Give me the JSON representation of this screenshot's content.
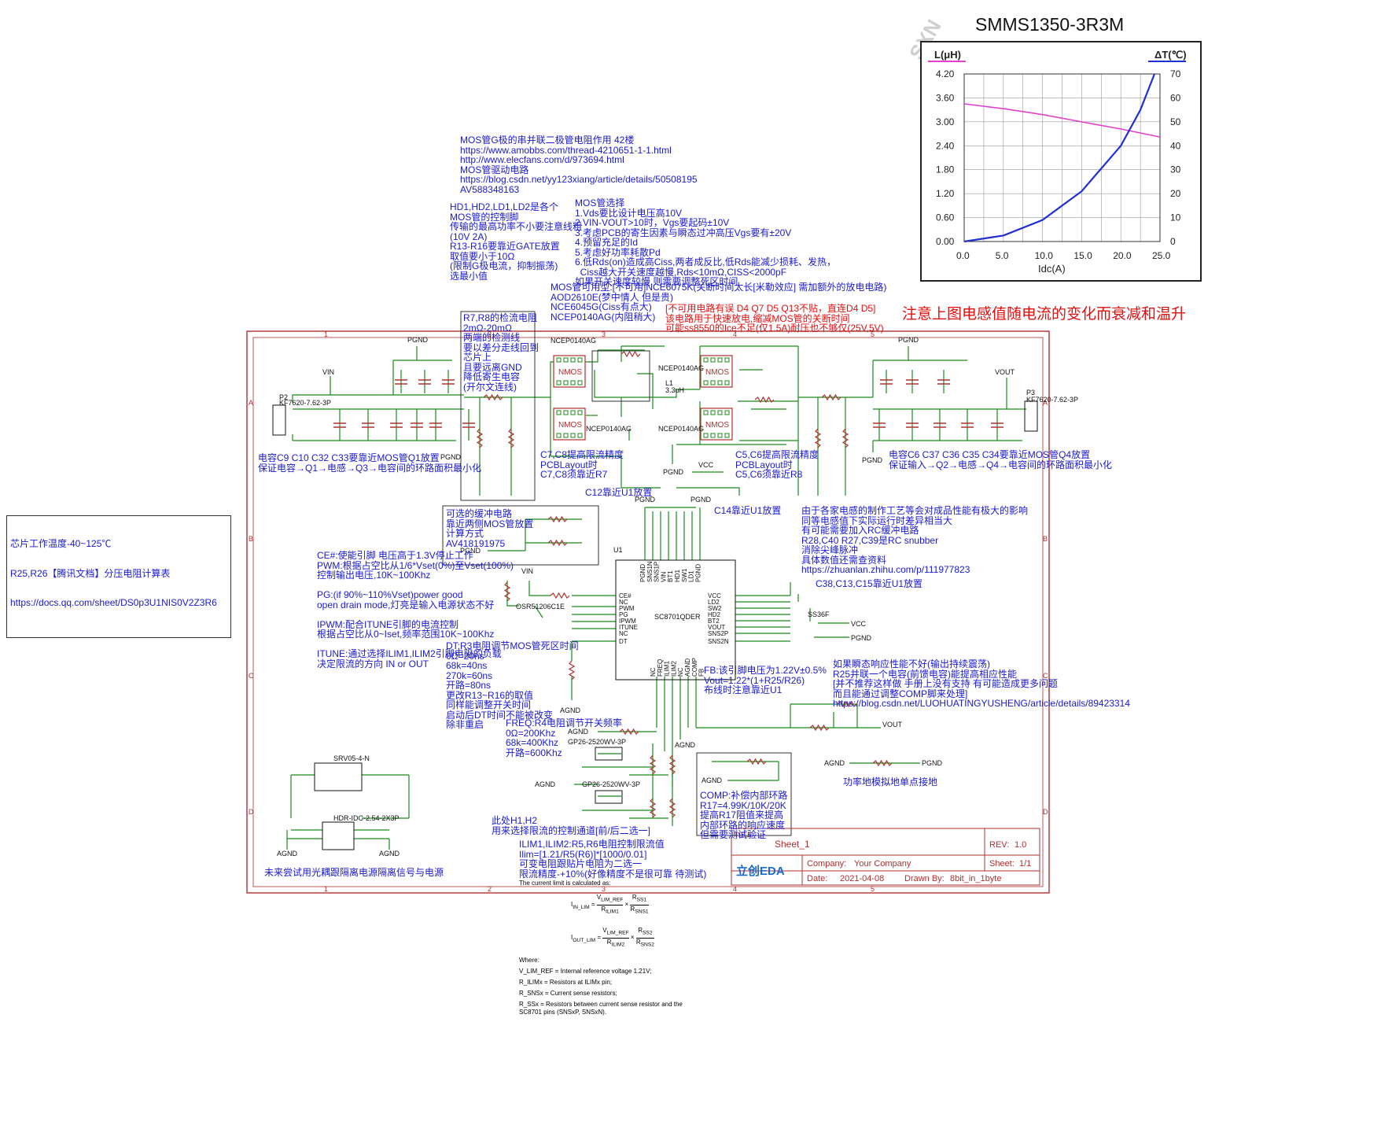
{
  "inductor_chart": {
    "title": "SMMS1350-3R3M",
    "watermark": "SXN",
    "left_axis_label": "L(μH)",
    "right_axis_label": "ΔT(℃)",
    "x_label": "Idc(A)",
    "left_ticks": [
      "4.20",
      "3.60",
      "3.00",
      "2.40",
      "1.80",
      "1.20",
      "0.60",
      "0.00"
    ],
    "right_ticks": [
      "70",
      "60",
      "50",
      "40",
      "30",
      "20",
      "10",
      "0"
    ],
    "x_ticks": [
      "0.0",
      "5.0",
      "10.0",
      "15.0",
      "20.0",
      "25.0"
    ],
    "inductance_curve": [
      [
        0,
        3.45
      ],
      [
        5,
        3.33
      ],
      [
        10,
        3.18
      ],
      [
        15,
        3.0
      ],
      [
        20,
        2.82
      ],
      [
        25,
        2.62
      ]
    ],
    "temperature_curve": [
      [
        0,
        0
      ],
      [
        5,
        2.5
      ],
      [
        10,
        9
      ],
      [
        15,
        21
      ],
      [
        20,
        40
      ],
      [
        22.5,
        55
      ],
      [
        25,
        72
      ]
    ],
    "colors": {
      "inductance": "#e040d0",
      "temperature": "#2030d0"
    }
  },
  "warning_title": "注意上图电感值随电流的变化而衰减和温升",
  "left_box": {
    "lines": [
      "芯片工作温度-40~125℃",
      "R25,R26【腾讯文档】分压电阻计算表",
      "https://docs.qq.com/sheet/DS0p3U1NIS0V2Z3R6"
    ]
  },
  "notes": {
    "mos_gate": "MOS管G极的串并联二极管电阻作用 42楼\nhttps://www.amobbs.com/thread-4210651-1-1.html\nhttp://www.elecfans.com/d/973694.html\nMOS管驱动电路\nhttps://blog.csdn.net/yy123xiang/article/details/50508195\nAV588348163",
    "hd_ld": "HD1,HD2,LD1,LD2是各个\nMOS管的控制脚\n传输的最高功率不小要注意线粗\n(10V 2A)\nR13-R16要靠近GATE放置\n取值要小于10Ω\n(限制G极电流，抑制振荡)\n选最小值",
    "mos_select": "MOS管选择\n1.Vds要比设计电压高10V\n2.VIN-VOUT>10时，Vgs要起码±10V\n3.考虑PCB的寄生因素与瞬态过冲高压Vgs要有±20V\n4.预留充足的Id\n5.考虑好功率耗散Pd\n6.低Rds(on)造成高Ciss,两者成反比,低Rds能减少损耗、发热，\n  Ciss越大开关速度越慢,Rds<10mΩ,CISS<2000pF\n如果开关速度较慢,则需要调整死区时间",
    "mos_models": "MOS管可用型:[不可用]NCE6075K(关断时间太长[米勒效应] 需加额外的放电电路)\nAOD2610E(梦中情人 但是贵)\nNCE6045G(Ciss有点大)\nNCEP0140AG(内阻稍大)",
    "discharge_warn": "[不可用电路有误 D4 Q7 D5 Q13不贴，直连D4 D5]\n该电路用于快速放电,缩减MOS管的关断时间\n可能ss8550的Ice不足(仅1.5A)耐压也不够仅(25V,5V)",
    "r7r8": "R7,R8的检流电阻\n2mΩ-20mΩ\n两端的检测线\n要以差分走线回到\n芯片上\n且要远离GND\n降低寄生电容\n(开尔文连线)",
    "c9_note": "电容C9 C10 C32 C33要靠近MOS管Q1放置\n保证电容→Q1→电感→Q3→电容间的环路面积最小化",
    "c6_note": "电容C6 C37 C36 C35 C34要靠近MOS管Q4放置\n保证输入→Q2→电感→Q4→电容间的环路面积最小化",
    "c7c8": "C7,C8提高限流精度\nPCBLayout时\nC7,C8须靠近R7",
    "c5c6": "C5,C6提高限流精度\nPCBLayout时\nC5,C6须靠近R8",
    "c12": "C12靠近U1放置",
    "c14": "C14靠近U1放置",
    "snubber_box": "可选的缓冲电路\n靠近两侧MOS管放置\n计算方式\nAV418191975",
    "rc_snubber": "由于各家电感的制作工艺等会对成品性能有极大的影响\n同等电感值下实际运行时差异相当大\n有可能需要加入RC缓冲电路\nR28,C40 R27,C39是RC snubber\n消除尖峰脉冲\n具体数值还需查资料\nhttps://zhuanlan.zhihu.com/p/111977823",
    "c38": "C38,C13,C15靠近U1放置",
    "pin_desc": "CE#:使能引脚 电压高于1.3V停止工作\nPWM:根据占空比从1/6*Vset(0%)至Vset(100%)\n控制输出电压,10K~100Khz\n\nPG:(if 90%~110%Vset)power good\nopen drain mode,灯亮是输入电源状态不好\n\nIPWM:配合ITUNE引脚的电流控制\n根据占空比从0~Iset,频率范围10K~100Khz\n\nITUNE:通过选择ILIM1,ILIM2引脚电阻的负载\n决定限流的方向 IN or OUT",
    "dt": "DT:R3电阻调节MOS管死区时间\n0Ω=20ns\n68k=40ns\n270k=60ns\n开路=80ns\n更改R13~R16的取值\n同样能调整开关时间\n启动后DT时间不能被改变\n除非重启",
    "fb": "FB:该引脚电压为1.22V±0.5%\nVout=1.22*(1+R25/R26)\n布线时注意靠近U1",
    "transient": "如果瞬态响应性能不好(输出持续震荡)\nR25并联一个电容(前馈电容)能提高相应性能\n[并不推荐这样做 手册上没有支持 有可能造成更多问题\n而且能通过调整COMP脚来处理]\nhttps://blog.csdn.net/LUOHUATINGYUSHENG/article/details/89423314",
    "freq": "FREQ:R4电阻调节开关频率\n0Ω=200Khz\n68k=400Khz\n开路=600Khz",
    "comp": "COMP:补偿内部环路\nR17=4.99K/10K/20K\n提高R17阻值来提高\n内部环路的响应速度\n但需要测试验证",
    "single_point": "功率地模拟地单点接地",
    "h1h2": "此处H1,H2\n用来选择限流的控制通道[前/后二选一]",
    "ilim": "ILIM1,ILIM2:R5,R6电阻控制限流值\nIlim=[1.21/R5(R6)]*[1000/0.01]\n可变电阻跟贴片电阻为二选一\n限流精度-+10%(好像精度不是很可靠 待测试)",
    "optocoupler": "未来尝试用光耦跟隔离电源隔离信号与电源"
  },
  "formula_block": {
    "intro": "The current limit is calculated as:",
    "where": "Where:",
    "defs": [
      "V_LIM_REF = Internal reference voltage 1.21V;",
      "R_ILIMx = Resistors at ILIMx pin;",
      "R_SNSx = Current sense resistors;",
      "R_SSx = Resistors between current sense resistor and the",
      "SC8701 pins (SNSxP, SNSxN)."
    ]
  },
  "title_block": {
    "sheet": "Sheet_1",
    "rev_label": "REV:",
    "rev": "1.0",
    "company_label": "Company:",
    "company": "Your Company",
    "sheet_label": "Sheet:",
    "sheet_no": "1/1",
    "date_label": "Date:",
    "date": "2021-04-08",
    "drawn_label": "Drawn By:",
    "drawn": "8bit_in_1byte",
    "title_label": "TITLE:",
    "logo": "立创EDA"
  },
  "schematic_labels": {
    "pgnd": "PGND",
    "agnd": "AGND",
    "vin": "VIN",
    "vout": "VOUT",
    "vcc": "VCC",
    "ic": "SC8701QDER",
    "ic_ref": "U1",
    "q1": "NCEP0140AG",
    "q2": "NCEP0140AG",
    "q3": "NCEP0140AG",
    "q4": "NCEP0140AG",
    "nmos": "NMOS",
    "l1": "L1",
    "l1_val": "3.3uH",
    "p2": "P2",
    "p2_part": "KF7620-7.62-3P",
    "p3": "P3",
    "p3_part": "KF7620-7.62-3P",
    "d3_part": "SRV05-4-N",
    "p1_part": "HDR-IDC-2.54-2X3P",
    "h1_part": "GP26-2520WV-3P",
    "h2_part": "GP26-2520WV-3P",
    "led": "OSR51206C1E",
    "d1": "SS36F",
    "border_cols": [
      "1",
      "2",
      "3",
      "4",
      "5"
    ],
    "border_rows": [
      "A",
      "B",
      "C",
      "D"
    ]
  },
  "ic_pins": {
    "left": [
      "CE#",
      "NC",
      "PWM",
      "PG",
      "IPWM",
      "ITUNE",
      "NC",
      "DT"
    ],
    "right": [
      "VCC",
      "LD2",
      "SW2",
      "HD2",
      "BT2",
      "VOUT",
      "SNS2P",
      "SNS2N"
    ],
    "top": [
      "PGND",
      "SNS1N",
      "SNS1P",
      "VIN",
      "BT1",
      "HD1",
      "SW1",
      "LD1",
      "PGND"
    ],
    "bottom": [
      "NC",
      "FREQ",
      "ILIM1",
      "ILIM2",
      "NC",
      "AGND",
      "COMP",
      "FB"
    ]
  }
}
